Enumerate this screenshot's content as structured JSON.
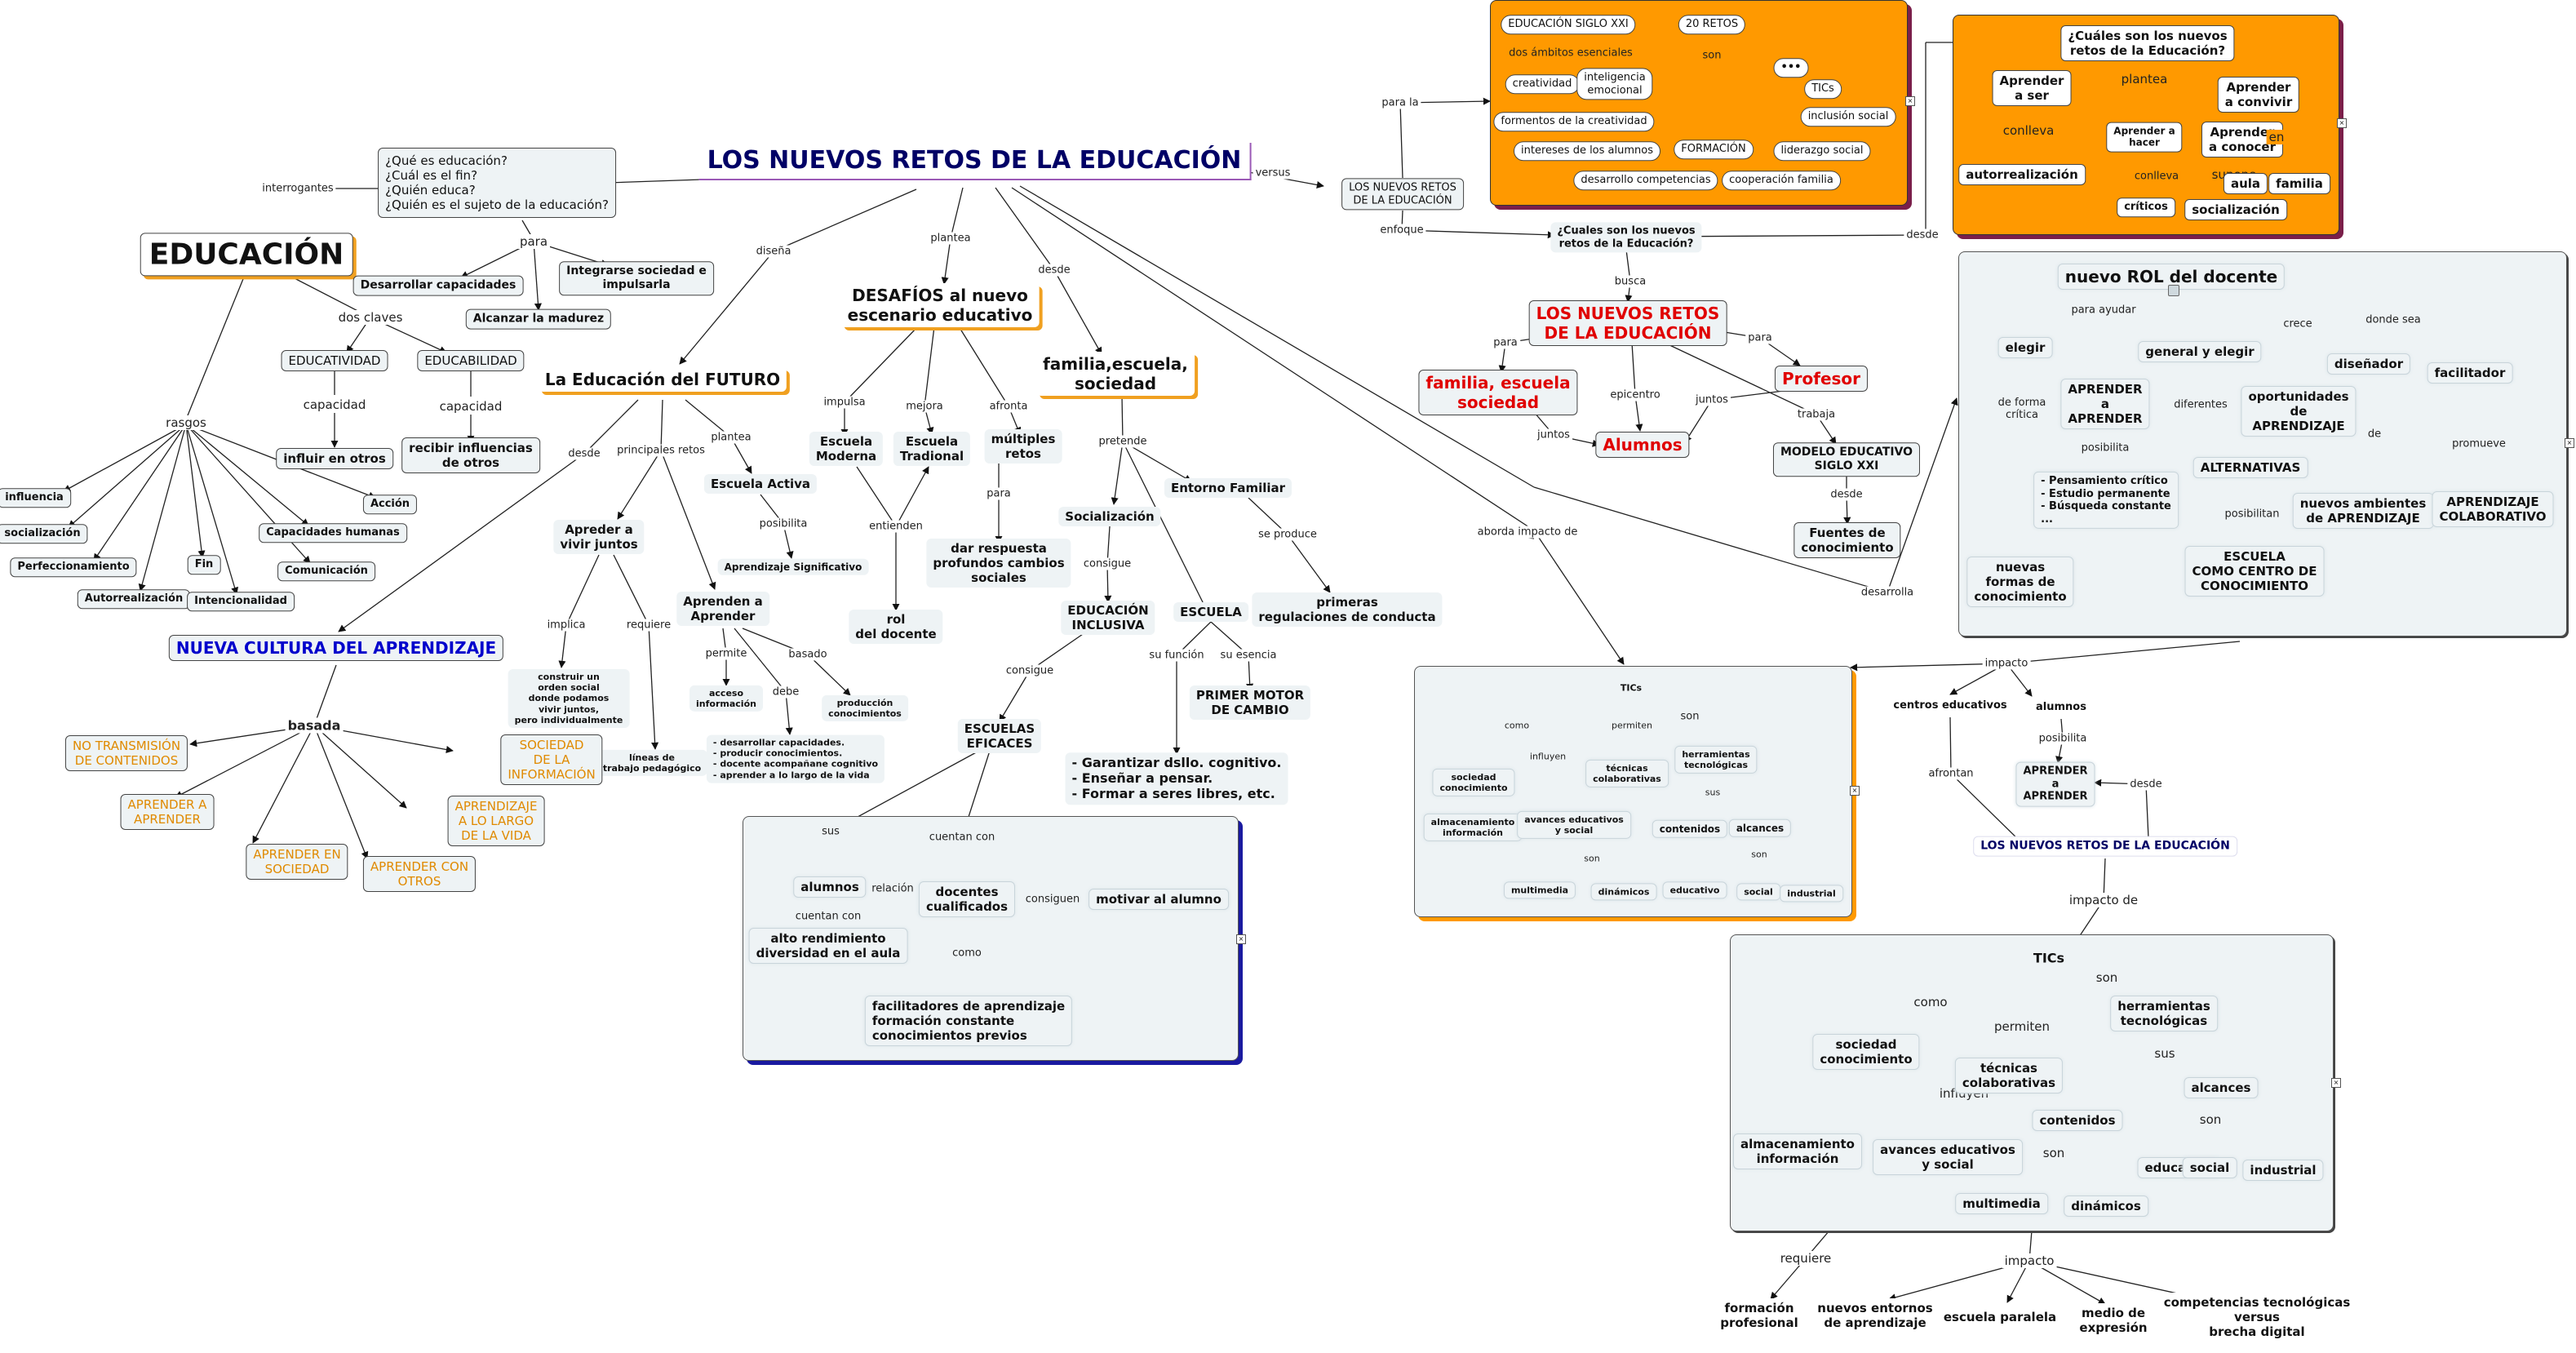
{
  "title": "LOS NUEVOS RETOS DE LA EDUCACIÓN",
  "main": {
    "educacion": "EDUCACIÓN",
    "questions": "¿Qué es educación?\n¿Cuál es el fin?\n¿Quién educa?\n¿Quién es el sujeto de la educación?",
    "interrogantes": "interrogantes",
    "para": "para",
    "desarrollar": "Desarrollar capacidades",
    "alcanzar": "Alcanzar la madurez",
    "integrarse": "Integrarse sociedad e\nimpulsarla",
    "dos_claves": "dos claves",
    "educatividad": "EDUCATIVIDAD",
    "educabilidad": "EDUCABILIDAD",
    "capacidad1": "capacidad",
    "capacidad2": "capacidad",
    "influir": "influir en otros",
    "recibir": "recibir influencias\nde otros",
    "rasgos": "rasgos",
    "r_influencia": "influencia",
    "r_socializacion": "socialización",
    "r_perfeccionamiento": "Perfeccionamiento",
    "r_autorrealizacion": "Autorrealización",
    "r_fin": "Fin",
    "r_intencionalidad": "Intencionalidad",
    "r_comunicacion": "Comunicación",
    "r_capacidades": "Capacidades humanas",
    "r_accion": "Acción",
    "versus": "versus",
    "disena": "diseña",
    "plantea": "plantea",
    "desde": "desde",
    "aborda": "aborda impacto de",
    "desarrolla": "desarrolla"
  },
  "futuro": {
    "title": "La Educación del FUTURO",
    "principales": "principales retos",
    "plantea": "plantea",
    "desde": "desde",
    "escuela_activa": "Escuela Activa",
    "posibilita": "posibilita",
    "aprendizaje_sig": "Aprendizaje Significativo",
    "vivir_juntos": "Apreder a\nvivir juntos",
    "implica": "implica",
    "requiere": "requiere",
    "construir": "construir un\norden social\ndonde podamos\nvivir juntos,\npero individualmente",
    "lineas": "líneas de\ntrabajo pedagógico",
    "aprender_aprender": "Aprenden a\nAprender",
    "permite": "permite",
    "debe": "debe",
    "basado": "basado",
    "acceso": "acceso\ninformación",
    "produccion": "producción\nconocimientos",
    "desarrollar_list": "- desarrollar capacidades.\n- producir conocimientos.\n- docente acompañane cognitivo\n- aprender a lo largo de la vida",
    "nueva_cultura": "NUEVA CULTURA DEL APRENDIZAJE",
    "basada": "basada",
    "no_transmision": "NO TRANSMISIÓN\nDE CONTENIDOS",
    "aprender_a": "APRENDER A\nAPRENDER",
    "aprender_sociedad": "APRENDER EN\nSOCIEDAD",
    "aprender_otros": "APRENDER CON\nOTROS",
    "sociedad_info": "SOCIEDAD\nDE LA\nINFORMACIÓN",
    "largo_vida": "APRENDIZAJE\nA LO LARGO\nDE LA VIDA"
  },
  "desafios": {
    "title": "DESAFÍOS al nuevo\nescenario educativo",
    "impulsa": "impulsa",
    "mejora": "mejora",
    "afronta": "afronta",
    "moderna": "Escuela\nModerna",
    "tradicional": "Escuela\nTradional",
    "multiples": "múltiples\nretos",
    "para": "para",
    "dar_respuesta": "dar respuesta\nprofundos cambios\nsociales",
    "entienden": "entienden",
    "rol": "rol\ndel docente"
  },
  "familia": {
    "title": "familia,escuela,\nsociedad",
    "pretende": "pretende",
    "socializacion": "Socialización",
    "consigue1": "consigue",
    "inclusiva": "EDUCACIÓN\nINCLUSIVA",
    "consigue2": "consigue",
    "eficaces": "ESCUELAS\nEFICACES",
    "escuela": "ESCUELA",
    "su_funcion": "su función",
    "su_esencia": "su esencia",
    "garantizar": "- Garantizar dsllo. cognitivo.\n- Enseñar a pensar.\n- Formar a seres libres, etc.",
    "primer_motor": "PRIMER MOTOR\nDE CAMBIO",
    "entorno": "Entorno Familiar",
    "se_produce": "se produce",
    "primeras": "primeras\nregulaciones de conducta"
  },
  "eficaces_panel": {
    "sus": "sus",
    "cuentan_con": "cuentan con",
    "alumnos": "alumnos",
    "relacion": "relación",
    "docentes": "docentes\ncualificados",
    "consiguen": "consiguen",
    "motivar": "motivar al alumno",
    "cuentan_con2": "cuentan con",
    "alto": "alto rendimiento\ndiversidad en el aula",
    "como": "como",
    "facilitadores": "facilitadores de aprendizaje\nformación constante\nconocimientos previos"
  },
  "retos_center": {
    "enfoque": "enfoque",
    "nuevos_retos_small": "LOS NUEVOS RETOS\nDE LA EDUCACIÓN",
    "para_la": "para la",
    "cuales": "¿Cuales son los nuevos\nretos de la Educación?",
    "busca": "busca",
    "nuevos_retos_red": "LOS NUEVOS RETOS\nDE LA EDUCACIÓN",
    "para1": "para",
    "para2": "para",
    "epicentro": "epicentro",
    "trabaja": "trabaja",
    "familia_red": "familia, escuela\nsociedad",
    "profesor": "Profesor",
    "alumnos": "Alumnos",
    "juntos1": "juntos",
    "juntos2": "juntos",
    "modelo": "MODELO EDUCATIVO\nSIGLO XXI",
    "desde": "desde",
    "fuentes": "Fuentes de\nconocimiento"
  },
  "siglo_xxi": {
    "educacion_xxi": "EDUCACIÓN SIGLO XXI",
    "veinte_retos": "20 RETOS",
    "dos_ambitos": "dos ámbitos esenciales",
    "son": "son",
    "creatividad": "creatividad",
    "inteligencia": "inteligencia\nemocional",
    "ellipsis": "•••",
    "tics": "TICs",
    "inclusion": "inclusión social",
    "fomento": "formentos de la creatividad",
    "intereses": "intereses de los alumnos",
    "formacion": "FORMACIÓN",
    "liderazgo": "liderazgo social",
    "competencias": "desarrollo competencias",
    "cooperacion": "cooperación familia"
  },
  "cuales_panel": {
    "title": "¿Cuáles son los nuevos\nretos de la Educación?",
    "plantea": "plantea",
    "desde": "desde",
    "ser": "Aprender\na ser",
    "convivir": "Aprender\na convivir",
    "hacer": "Aprender a\nhacer",
    "conocer": "Aprender\na conocer",
    "conlleva1": "conlleva",
    "conlleva2": "conlleva",
    "supone": "supone",
    "en": "en",
    "autorrealizacion": "autorrealización",
    "criticos": "críticos",
    "socializacion": "socialización",
    "aula": "aula",
    "familia": "familia"
  },
  "rol_panel": {
    "title": "nuevo ROL del docente",
    "para_ayudar": "para ayudar",
    "crece": "crece",
    "donde_sea": "donde sea",
    "elegir": "elegir",
    "aprender": "APRENDER\na\nAPRENDER",
    "general": "general y elegir",
    "oportunidades": "oportunidades\nde\nAPRENDIZAJE",
    "disenador": "diseñador",
    "facilitador": "facilitador",
    "forma_critica": "de forma\ncrítica",
    "posibilita": "posibilita",
    "diferentes": "diferentes",
    "de": "de",
    "promueve": "promueve",
    "pensamiento": "- Pensamiento crítico\n- Estudio permanente\n- Búsqueda constante\n...",
    "alternativas": "ALTERNATIVAS",
    "posibilitan": "posibilitan",
    "ambientes": "nuevos ambientes\nde APRENDIZAJE",
    "colaborativo": "APRENDIZAJE\nCOLABORATIVO",
    "nuevas_formas": "nuevas\nformas de\nconocimiento",
    "escuela_centro": "ESCUELA\nCOMO CENTRO DE\nCONOCIMIENTO"
  },
  "impacto_right": {
    "impacto": "impacto",
    "centros": "centros educativos",
    "alumnos": "alumnos",
    "afrontan": "afrontan",
    "posibilita": "posibilita",
    "aprender": "APRENDER\na\nAPRENDER",
    "desde": "desde",
    "nuevos_retos": "LOS NUEVOS RETOS DE LA EDUCACIÓN",
    "impacto_de": "impacto de"
  },
  "tics_small": {
    "tics": "TICs",
    "como": "como",
    "influyen": "influyen",
    "permiten": "permiten",
    "son": "son",
    "sociedad": "sociedad\nconocimiento",
    "tecnicas": "técnicas\ncolaborativas",
    "herramientas": "herramientas\ntecnológicas",
    "almacenamiento": "almacenamiento\ninformación",
    "avances": "avances educativos\ny social",
    "sus": "sus",
    "contenidos": "contenidos",
    "alcances": "alcances",
    "son2": "son",
    "son3": "son",
    "multimedia": "multimedia",
    "dinamicos": "dinámicos",
    "educativo": "educativo",
    "social": "social",
    "industrial": "industrial"
  },
  "tics_big": {
    "tics": "TICs",
    "como": "como",
    "influyen": "influyen",
    "permiten": "permiten",
    "son": "son",
    "sociedad": "sociedad\nconocimiento",
    "tecnicas": "técnicas\ncolaborativas",
    "herramientas": "herramientas\ntecnológicas",
    "almacenamiento": "almacenamiento\ninformación",
    "avances": "avances educativos\ny social",
    "sus": "sus",
    "contenidos": "contenidos",
    "alcances": "alcances",
    "son2": "son",
    "son3": "son",
    "multimedia": "multimedia",
    "dinamicos": "dinámicos",
    "educativo": "educativo",
    "social": "social",
    "industrial": "industrial",
    "requiere": "requiere",
    "impacto": "impacto",
    "formacion": "formación\nprofesional",
    "entornos": "nuevos entornos\nde aprendizaje",
    "paralela": "escuela paralela",
    "medio": "medio de\nexpresión",
    "competencias": "competencias tecnológicas\nversus\nbrecha digital"
  },
  "colors": {
    "orange": "#ff9900",
    "panel_grey": "#eef3f5",
    "red": "#e00000",
    "blue": "#0000cc",
    "purple_border": "#9b59b6"
  }
}
